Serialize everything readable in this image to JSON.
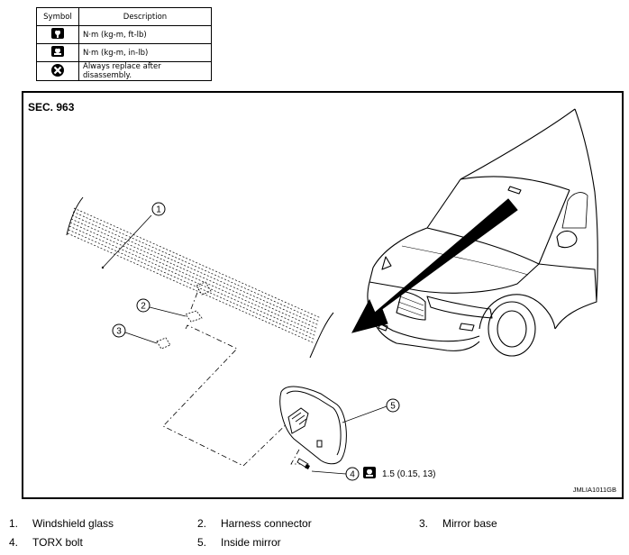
{
  "legend": {
    "header": {
      "symbol": "Symbol",
      "description": "Description"
    },
    "rows": [
      {
        "icon": "torque-wrench-ftlb-icon",
        "description": "N·m (kg-m, ft-lb)"
      },
      {
        "icon": "torque-wrench-inlb-icon",
        "description": "N·m (kg-m, in-lb)"
      },
      {
        "icon": "always-replace-icon",
        "description": "Always replace after disassembly."
      }
    ]
  },
  "figure": {
    "section": "SEC. 963",
    "code": "JMLIA1011GB",
    "callouts": [
      "1",
      "2",
      "3",
      "4",
      "5"
    ],
    "torque_spec": "1.5 (0.15, 13)"
  },
  "parts": [
    {
      "num": "1.",
      "name": "Windshield glass"
    },
    {
      "num": "2.",
      "name": "Harness connector"
    },
    {
      "num": "3.",
      "name": "Mirror base"
    },
    {
      "num": "4.",
      "name": "TORX bolt"
    },
    {
      "num": "5.",
      "name": "Inside mirror"
    }
  ]
}
